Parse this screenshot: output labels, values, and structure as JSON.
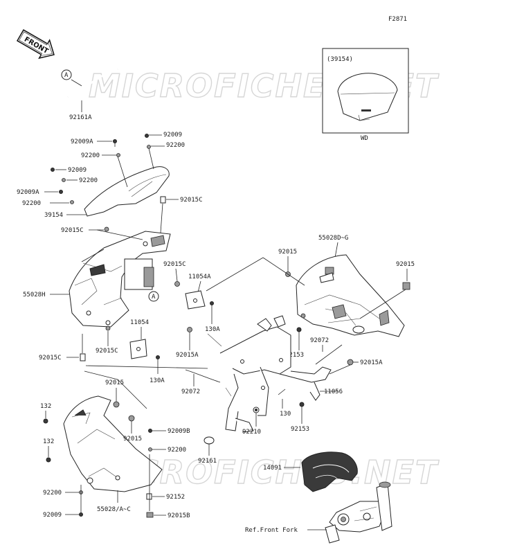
{
  "figure_code": "F2871",
  "front_label": "FRONT",
  "watermark": "MICROFICHES.NET",
  "callout_a": "A",
  "inset": {
    "part_ref": "(39154)",
    "variant": "WD"
  },
  "reference_text": "Ref.Front Fork",
  "part_numbers": {
    "p92161A": "92161A",
    "p92009A_top": "92009A",
    "p92009_top": "92009",
    "p92200_top_r": "92200",
    "p92200_top_l": "92200",
    "p92009_mid": "92009",
    "p92200_mid": "92200",
    "p92009A_mid": "92009A",
    "p92200_low": "92200",
    "p39154": "39154",
    "p92015C_upper": "92015C",
    "p92015C_screen": "92015C",
    "p92015C_mid": "92015C",
    "p55028H": "55028H",
    "p11054A": "11054A",
    "p130A_upper": "130A",
    "p11054": "11054",
    "p92015C_lower": "92015C",
    "p92015A_left": "92015A",
    "p92015C_side": "92015C",
    "p130A_lower": "130A",
    "p92015_left": "92015",
    "p132_upper": "132",
    "p132_lower": "132",
    "p92015_under": "92015",
    "p92009B": "92009B",
    "p92200_under": "92200",
    "p92200_bottom": "92200",
    "p92009_bottom": "92009",
    "p55028AC": "55028/A~C",
    "p92152": "92152",
    "p92015B": "92015B",
    "p55028DG": "55028D~G",
    "p92015_center": "92015",
    "p92015_right": "92015",
    "p92153_upper": "92153",
    "p92072_right": "92072",
    "p92015A_right": "92015A",
    "p92072_left": "92072",
    "p11056": "11056",
    "p130": "130",
    "p92153_lower": "92153",
    "p92210": "92210",
    "p92161": "92161",
    "p14091": "14091"
  }
}
